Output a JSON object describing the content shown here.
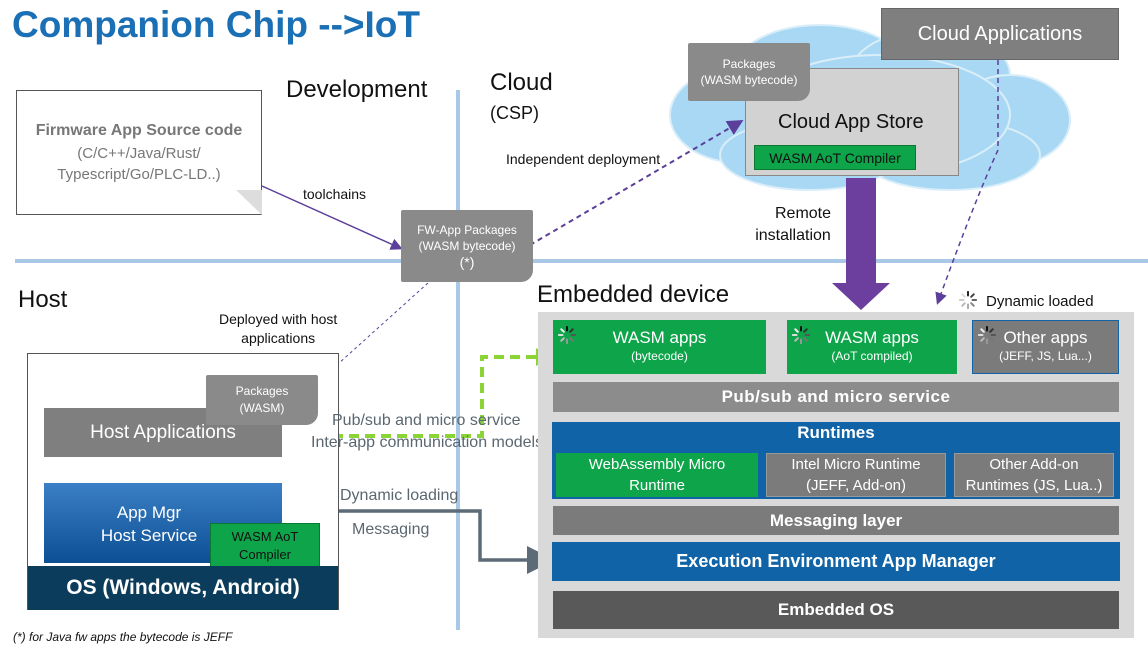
{
  "title": "Companion Chip -->IoT",
  "sections": {
    "development": "Development",
    "cloud": "Cloud",
    "cloud_sub": "(CSP)",
    "host": "Host",
    "embedded": "Embedded device"
  },
  "firmware": {
    "title": "Firmware App Source code",
    "lines": [
      "(C/C++/Java/Rust/",
      "Typescript/Go/PLC-LD..)"
    ]
  },
  "toolchains": "toolchains",
  "fw_packages": {
    "line1": "FW-App Packages",
    "line2": "(WASM bytecode)",
    "line3": "(*)"
  },
  "independent_deployment": "Independent deployment",
  "cloud_packages": {
    "line1": "Packages",
    "line2": "(WASM bytecode)"
  },
  "cloud_app_store": "Cloud App Store",
  "cloud_compiler": "WASM AoT Compiler",
  "cloud_applications": "Cloud Applications",
  "remote_installation": {
    "line1": "Remote",
    "line2": "installation"
  },
  "dynamic_loaded": "Dynamic loaded",
  "deployed_with_host": {
    "line1": "Deployed with host",
    "line2": "applications"
  },
  "host_packages": {
    "line1": "Packages",
    "line2": "(WASM)"
  },
  "host_applications": "Host Applications",
  "app_mgr": {
    "line1": "App Mgr",
    "line2": "Host Service"
  },
  "host_compiler": {
    "line1": "WASM AoT",
    "line2": "Compiler"
  },
  "host_os": "OS (Windows, Android)",
  "pubsub_label": "Pub/sub and micro service",
  "interapp_label": "Inter-app communication models",
  "dynamic_loading": "Dynamic loading",
  "messaging_label": "Messaging",
  "apps": [
    {
      "title": "WASM apps",
      "sub": "(bytecode)"
    },
    {
      "title": "WASM apps",
      "sub": "(AoT compiled)"
    },
    {
      "title": "Other apps",
      "sub": "(JEFF, JS, Lua...)"
    }
  ],
  "pubsub_bar": "Pub/sub and micro service",
  "runtimes": {
    "title": "Runtimes",
    "items": [
      {
        "line1": "WebAssembly Micro",
        "line2": "Runtime"
      },
      {
        "line1": "Intel Micro Runtime",
        "line2": "(JEFF, Add-on)"
      },
      {
        "line1": "Other Add-on",
        "line2": "Runtimes (JS, Lua..)"
      }
    ]
  },
  "messaging_layer": "Messaging layer",
  "exec_env": "Execution Environment App Manager",
  "embedded_os": "Embedded OS",
  "footnote": "(*) for Java fw apps the bytecode is JEFF"
}
